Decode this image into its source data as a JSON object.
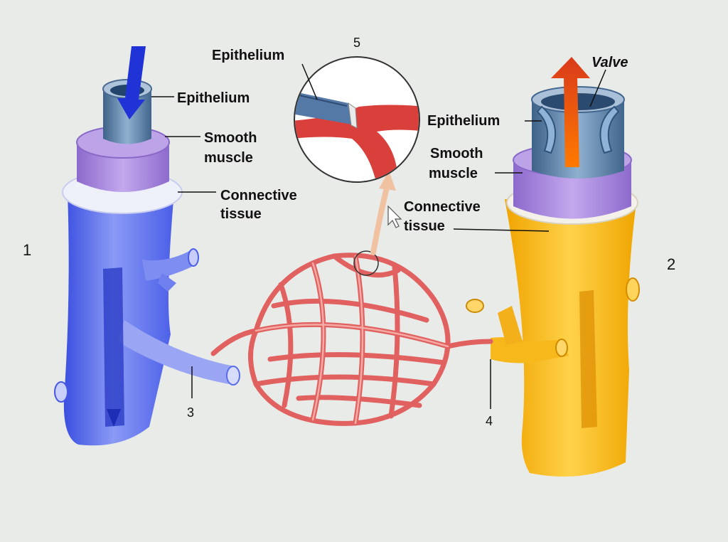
{
  "labels": {
    "top_epithelium": "Epithelium",
    "five": "5",
    "valve": "Valve",
    "left_epithelium": "Epithelium",
    "left_smooth_1": "Smooth",
    "left_smooth_2": "muscle",
    "left_connective_1": "Connective",
    "left_connective_2": "tissue",
    "right_epithelium": "Epithelium",
    "right_smooth_1": "Smooth",
    "right_smooth_2": "muscle",
    "right_connective_1": "Connective",
    "right_connective_2": "tissue",
    "one": "1",
    "two": "2",
    "three": "3",
    "four": "4"
  },
  "colors": {
    "vein": "#4f63e8",
    "artery": "#f2b21c",
    "capillary": "#e66c6c",
    "muscle": "#9a78d4",
    "epithelium": "#6f8fae"
  }
}
